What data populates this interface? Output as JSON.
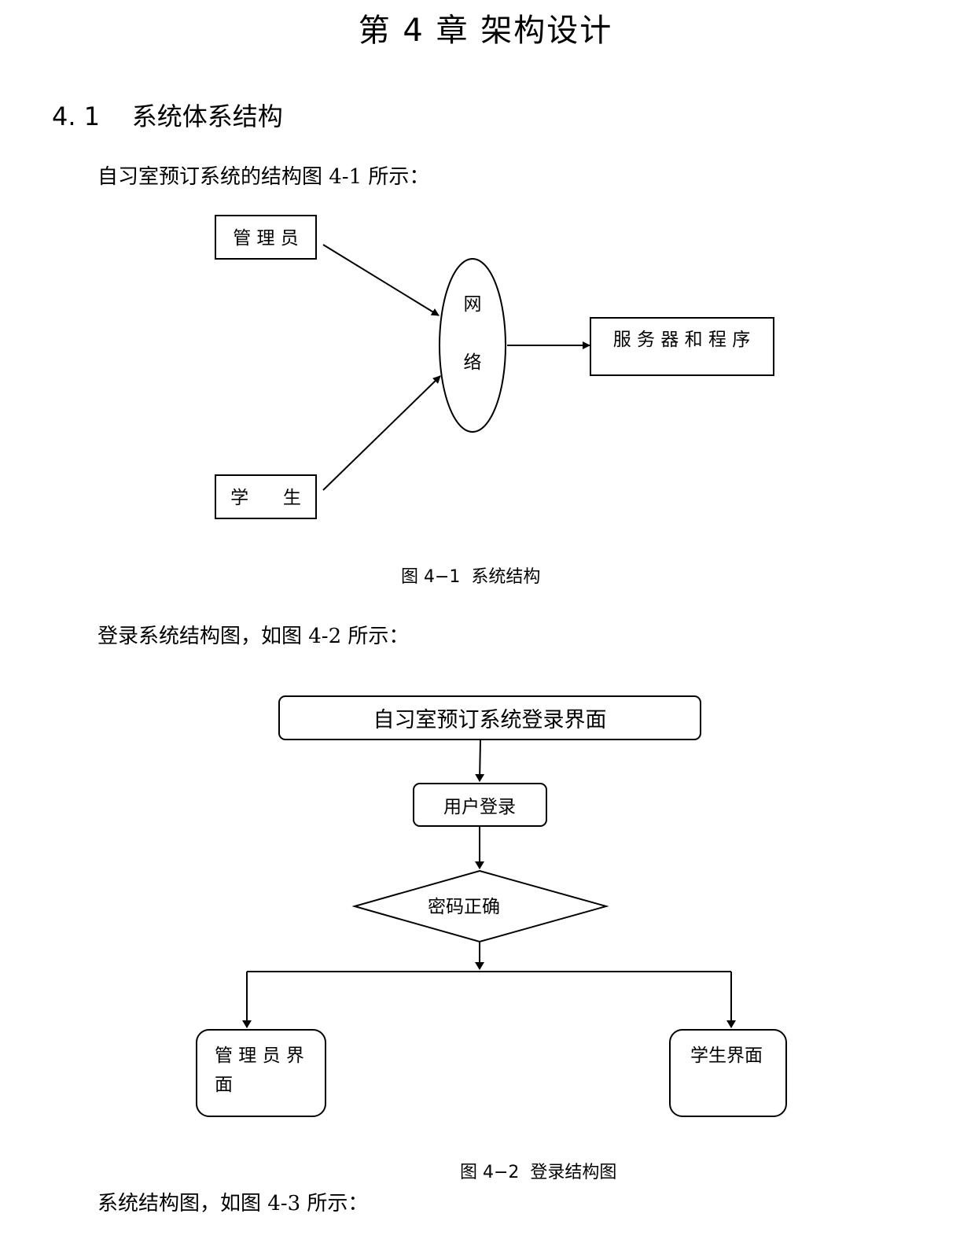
{
  "chapter": {
    "title": "第 4 章    架构设计"
  },
  "section": {
    "title": "4. 1    系统体系结构"
  },
  "paragraphs": {
    "p1": "自习室预订系统的结构图 4-1 所示：",
    "p2": "登录系统结构图，如图 4-2 所示：",
    "p3": "系统结构图，如图 4-3 所示："
  },
  "figure1": {
    "caption": "图 4−1  系统结构",
    "admin": "管 理 员",
    "student": "学      生",
    "network_line1": "网",
    "network_line2": "络",
    "server": "服 务 器 和 程 序"
  },
  "figure2": {
    "caption": "图 4−2  登录结构图",
    "login_page": "自习室预订系统登录界面",
    "user_login": "用户登录",
    "password_check": "密码正确",
    "admin_ui_line1": "管 理 员 界",
    "admin_ui_line2": "面",
    "student_ui": "学生界面"
  }
}
